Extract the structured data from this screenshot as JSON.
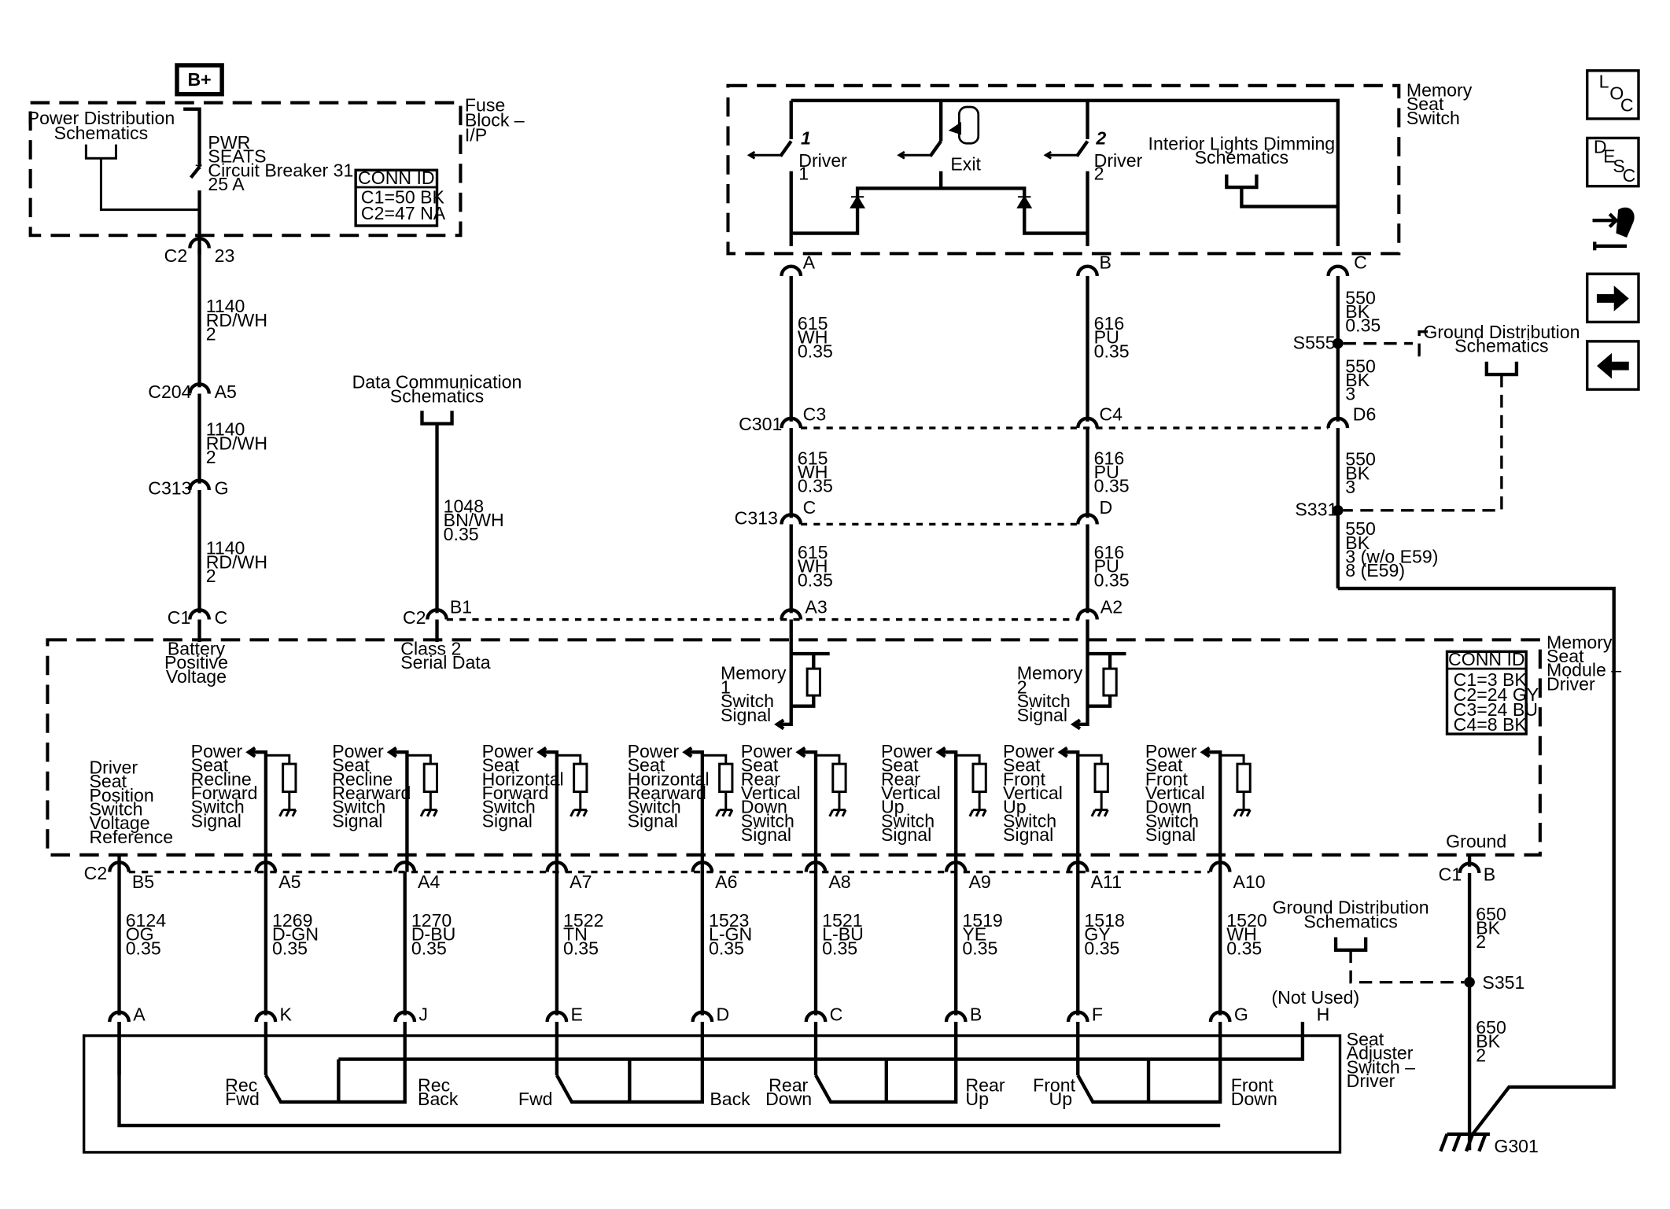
{
  "power": {
    "bplus": "B+",
    "power_dist": [
      "Power Distribution",
      "Schematics"
    ],
    "fuse_block": [
      "Fuse",
      "Block –",
      "I/P"
    ],
    "breaker": [
      "PWR",
      "SEATS",
      "Circuit Breaker 31",
      "25 A"
    ],
    "conn_top": {
      "title": "CONN ID",
      "lines": [
        "C1=50 BK",
        "C2=47 NA"
      ]
    },
    "c2": "C2",
    "c2_pin": "23",
    "wire1": [
      "1140",
      "RD/WH",
      "2"
    ],
    "c204": "C204",
    "c204_pin": "A5",
    "wire2": [
      "1140",
      "RD/WH",
      "2"
    ],
    "c313": "C313",
    "c313_pin": "G",
    "wire3": [
      "1140",
      "RD/WH",
      "2"
    ],
    "c1": "C1",
    "c1_pin": "C",
    "battery": [
      "Battery",
      "Positive",
      "Voltage"
    ]
  },
  "data_comm": {
    "title": [
      "Data Communication",
      "Schematics"
    ],
    "wire": [
      "1048",
      "BN/WH",
      "0.35"
    ],
    "conn": "C2",
    "pin": "B1",
    "label": [
      "Class 2",
      "Serial Data"
    ]
  },
  "memory_switch": {
    "title": [
      "Memory",
      "Seat",
      "Switch"
    ],
    "driver1": [
      "Driver",
      "1"
    ],
    "exit": "Exit",
    "driver2": [
      "Driver",
      "2"
    ],
    "num1": "1",
    "num2": "2",
    "interior": [
      "Interior Lights Dimming",
      "Schematics"
    ],
    "pins": {
      "a": "A",
      "b": "B",
      "c": "C"
    },
    "wire615": [
      "615",
      "WH",
      "0.35"
    ],
    "wire616": [
      "616",
      "PU",
      "0.35"
    ],
    "c301": "C301",
    "c3": "C3",
    "c4": "C4",
    "c313": "C313",
    "c313_c": "C",
    "c313_d": "D",
    "a3": "A3",
    "a2": "A2",
    "wire550a": [
      "550",
      "BK",
      "0.35"
    ],
    "s555": "S555",
    "ground_dist": [
      "Ground Distribution",
      "Schematics"
    ],
    "wire550b": [
      "550",
      "BK",
      "3"
    ],
    "d6": "D6",
    "wire550c": [
      "550",
      "BK",
      "3"
    ],
    "s331": "S331",
    "wire550d": [
      "550",
      "BK",
      "3 (w/o E59)",
      "8 (E59)"
    ]
  },
  "module": {
    "title": [
      "Memory",
      "Seat",
      "Module –",
      "Driver"
    ],
    "conn": {
      "title": "CONN ID",
      "lines": [
        "C1=3 BK",
        "C2=24 GY",
        "C3=24 BU",
        "C4=8 BK"
      ]
    },
    "mem1": [
      "Memory",
      "1",
      "Switch",
      "Signal"
    ],
    "mem2": [
      "Memory",
      "2",
      "Switch",
      "Signal"
    ],
    "ref": [
      "Driver",
      "Seat",
      "Position",
      "Switch",
      "Voltage",
      "Reference"
    ],
    "signals": [
      [
        "Power",
        "Seat",
        "Recline",
        "Forward",
        "Switch",
        "Signal"
      ],
      [
        "Power",
        "Seat",
        "Recline",
        "Rearward",
        "Switch",
        "Signal"
      ],
      [
        "Power",
        "Seat",
        "Horizontal",
        "Forward",
        "Switch",
        "Signal"
      ],
      [
        "Power",
        "Seat",
        "Horizontal",
        "Rearward",
        "Switch",
        "Signal"
      ],
      [
        "Power",
        "Seat",
        "Rear",
        "Vertical",
        "Down",
        "Switch",
        "Signal"
      ],
      [
        "Power",
        "Seat",
        "Rear",
        "Vertical",
        "Up",
        "Switch",
        "Signal"
      ],
      [
        "Power",
        "Seat",
        "Front",
        "Vertical",
        "Up",
        "Switch",
        "Signal"
      ],
      [
        "Power",
        "Seat",
        "Front",
        "Vertical",
        "Down",
        "Switch",
        "Signal"
      ]
    ],
    "ground": "Ground"
  },
  "lower": {
    "c2": "C2",
    "circuits": [
      {
        "pin": "B5",
        "wire": [
          "6124",
          "OG",
          "0.35"
        ],
        "spin": "A"
      },
      {
        "pin": "A5",
        "wire": [
          "1269",
          "D-GN",
          "0.35"
        ],
        "spin": "K"
      },
      {
        "pin": "A4",
        "wire": [
          "1270",
          "D-BU",
          "0.35"
        ],
        "spin": "J"
      },
      {
        "pin": "A7",
        "wire": [
          "1522",
          "TN",
          "0.35"
        ],
        "spin": "E"
      },
      {
        "pin": "A6",
        "wire": [
          "1523",
          "L-GN",
          "0.35"
        ],
        "spin": "D"
      },
      {
        "pin": "A8",
        "wire": [
          "1521",
          "L-BU",
          "0.35"
        ],
        "spin": "C"
      },
      {
        "pin": "A9",
        "wire": [
          "1519",
          "YE",
          "0.35"
        ],
        "spin": "B"
      },
      {
        "pin": "A11",
        "wire": [
          "1518",
          "GY",
          "0.35"
        ],
        "spin": "F"
      },
      {
        "pin": "A10",
        "wire": [
          "1520",
          "WH",
          "0.35"
        ],
        "spin": "G"
      }
    ],
    "c1": "C1",
    "c1_pin": "B",
    "ground_dist": [
      "Ground Distribution",
      "Schematics"
    ],
    "wire650a": [
      "650",
      "BK",
      "2"
    ],
    "s351": "S351",
    "wire650b": [
      "650",
      "BK",
      "2"
    ],
    "g301": "G301",
    "not_used": "(Not Used)",
    "h_pin": "H"
  },
  "seat_switch": {
    "title": [
      "Seat",
      "Adjuster",
      "Switch –",
      "Driver"
    ],
    "labels": [
      "Rec",
      "Fwd",
      "Rec",
      "Back",
      "Fwd",
      "Back",
      "Rear",
      "Down",
      "Rear",
      "Up",
      "Front",
      "Up",
      "Front",
      "Down"
    ]
  },
  "icons": {
    "loc": [
      "L",
      "O",
      "C"
    ],
    "desc": [
      "D",
      "E",
      "S",
      "C"
    ]
  }
}
